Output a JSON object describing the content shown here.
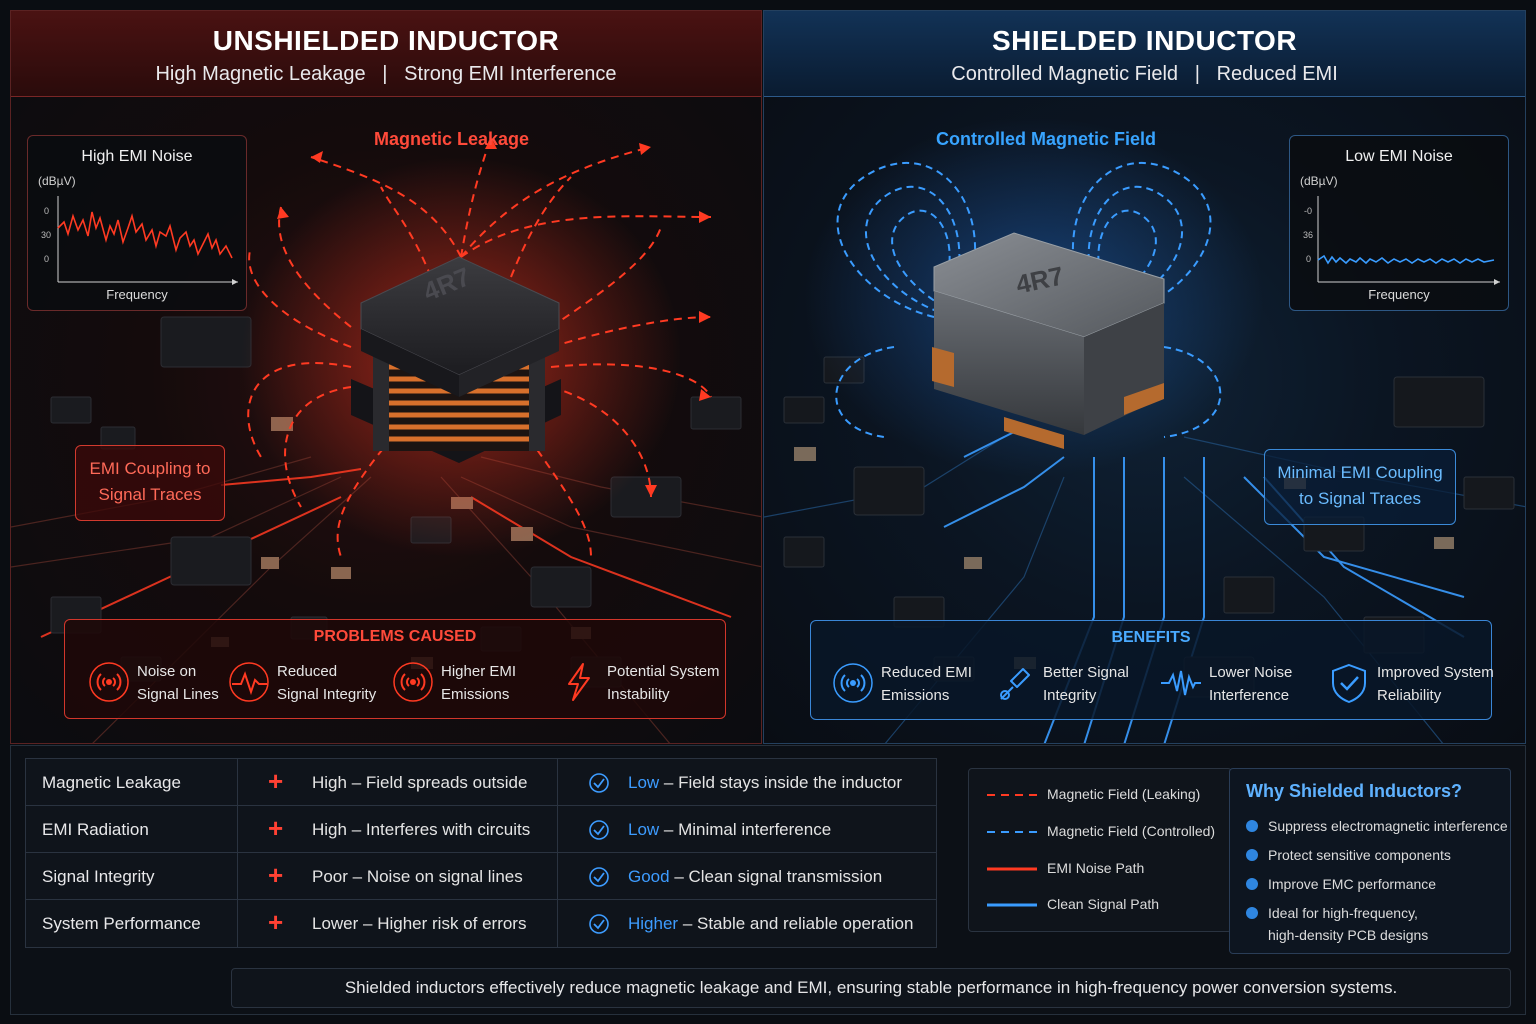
{
  "left": {
    "title": "UNSHIELDED INDUCTOR",
    "subtitle_a": "High Magnetic Leakage",
    "subtitle_b": "Strong EMI Interference",
    "field_label": "Magnetic Leakage",
    "chip_code": "4R7",
    "noise_card": {
      "title": "High EMI Noise",
      "unit": "(dBµV)",
      "xlabel": "Frequency",
      "tick_a": "0",
      "tick_b": "30",
      "tick_c": "0"
    },
    "callout_line1": "EMI Coupling to",
    "callout_line2": "Signal Traces",
    "issues_title": "PROBLEMS CAUSED",
    "issues": [
      {
        "l1": "Noise on",
        "l2": "Signal Lines",
        "icon": "emission-icon"
      },
      {
        "l1": "Reduced",
        "l2": "Signal Integrity",
        "icon": "pulse-icon"
      },
      {
        "l1": "Higher EMI",
        "l2": "Emissions",
        "icon": "emission-icon"
      },
      {
        "l1": "Potential System",
        "l2": "Instability",
        "icon": "lightning-icon"
      }
    ]
  },
  "right": {
    "title": "SHIELDED INDUCTOR",
    "subtitle_a": "Controlled Magnetic Field",
    "subtitle_b": "Reduced EMI",
    "field_label": "Controlled Magnetic Field",
    "chip_code": "4R7",
    "noise_card": {
      "title": "Low EMI Noise",
      "unit": "(dBµV)",
      "xlabel": "Frequency",
      "tick_a": "-0",
      "tick_b": "36",
      "tick_c": "0"
    },
    "callout_line1": "Minimal EMI Coupling",
    "callout_line2": "to Signal Traces",
    "benefits_title": "BENEFITS",
    "benefits": [
      {
        "l1": "Reduced EMI",
        "l2": "Emissions",
        "icon": "emission-icon"
      },
      {
        "l1": "Better Signal",
        "l2": "Integrity",
        "icon": "probe-icon"
      },
      {
        "l1": "Lower Noise",
        "l2": "Interference",
        "icon": "wave-icon"
      },
      {
        "l1": "Improved System",
        "l2": "Reliability",
        "icon": "shield-check-icon"
      }
    ]
  },
  "table": [
    {
      "label": "Magnetic Leakage",
      "bad_key": "High",
      "bad_rest": " – Field spreads outside",
      "good_key": "Low",
      "good_rest": " – Field stays inside the inductor"
    },
    {
      "label": "EMI Radiation",
      "bad_key": "High",
      "bad_rest": " – Interferes with circuits",
      "good_key": "Low",
      "good_rest": " – Minimal interference"
    },
    {
      "label": "Signal Integrity",
      "bad_key": "Poor",
      "bad_rest": " – Noise on signal lines",
      "good_key": "Good",
      "good_rest": " – Clean signal transmission"
    },
    {
      "label": "System Performance",
      "bad_key": "Lower",
      "bad_rest": " – Higher risk of errors",
      "good_key": "Higher",
      "good_rest": " – Stable and reliable operation"
    }
  ],
  "legend": [
    {
      "label": "Magnetic Field (Leaking)"
    },
    {
      "label": "Magnetic Field (Controlled)"
    },
    {
      "label": "EMI Noise Path"
    },
    {
      "label": "Clean Signal Path"
    }
  ],
  "why": {
    "title": "Why Shielded Inductors?",
    "items": [
      {
        "l1": "Suppress electromagnetic interference",
        "l2": ""
      },
      {
        "l1": "Protect sensitive components",
        "l2": ""
      },
      {
        "l1": "Improve EMC performance",
        "l2": ""
      },
      {
        "l1": "Ideal for high-frequency,",
        "l2": "high-density PCB designs"
      }
    ]
  },
  "summary": "Shielded inductors effectively reduce magnetic leakage and EMI, ensuring stable performance in high-frequency power conversion systems.",
  "colors": {
    "red": "#ff4133",
    "blue": "#3d9cff"
  }
}
